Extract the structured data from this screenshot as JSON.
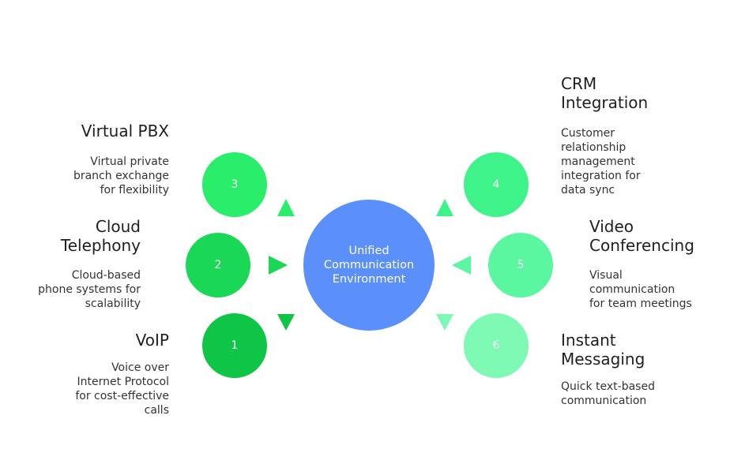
{
  "center": {
    "label": "Unified\nCommunication\nEnvironment",
    "color": "#5b8ff9"
  },
  "nodes": [
    {
      "number": "1",
      "title": "VoIP",
      "description": "Voice over\nInternet Protocol\nfor cost-effective\ncalls",
      "color": "#0ec545"
    },
    {
      "number": "2",
      "title": "Cloud\nTelephony",
      "description": "Cloud-based\nphone systems for\nscalability",
      "color": "#1ad856"
    },
    {
      "number": "3",
      "title": "Virtual PBX",
      "description": "Virtual private\nbranch exchange\nfor flexibility",
      "color": "#28ee6a"
    },
    {
      "number": "4",
      "title": "CRM\nIntegration",
      "description": "Customer\nrelationship\nmanagement\nintegration for\ndata sync",
      "color": "#3ef48a"
    },
    {
      "number": "5",
      "title": "Video\nConferencing",
      "description": "Visual\ncommunication\nfor team meetings",
      "color": "#5af7a0"
    },
    {
      "number": "6",
      "title": "Instant\nMessaging",
      "description": "Quick text-based\ncommunication",
      "color": "#7ef9b4"
    }
  ]
}
